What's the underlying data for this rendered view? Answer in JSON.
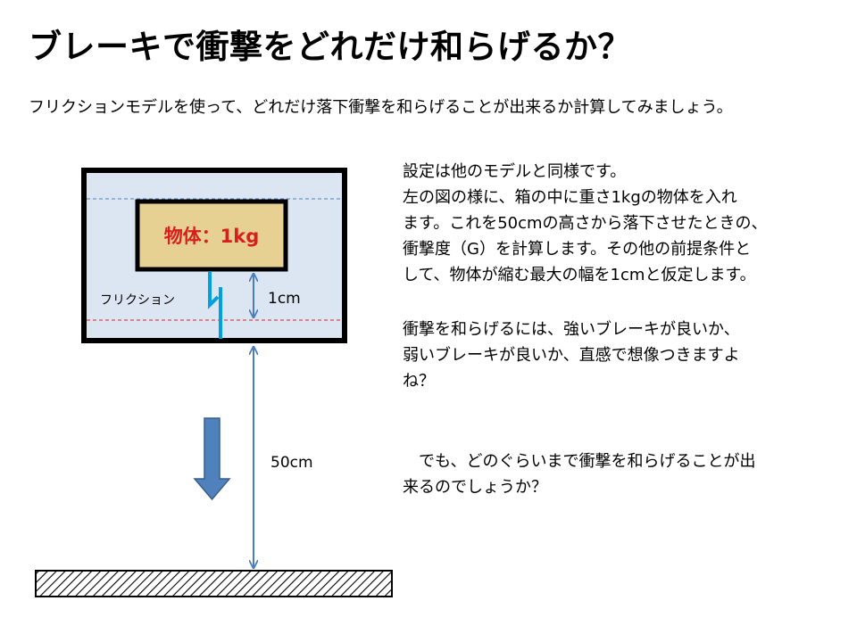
{
  "title": "ブレーキで衝撃をどれだけ和らげるか？",
  "subtitle": "フリクションモデルを使って、どれだけ落下衝撃を和らげることが出来るか計算してみましょう。",
  "diagram": {
    "object_label": "物体：1kg",
    "friction_label": "フリクション",
    "gap_label": "1cm",
    "height_label": "50cm"
  },
  "paragraphs": {
    "settings": "設定は他のモデルと同様です。",
    "description": [
      "左の図の様に、箱の中に重さ1kgの物体を入れ",
      "ます。これを50cmの高さから落下させたときの、",
      "衝撃度（G）を計算します。その他の前提条件と",
      "して、物体が縮む最大の幅を1cmと仮定します。"
    ],
    "question": [
      "衝撃を和らげるには、強いブレーキが良いか、",
      "弱いブレーキが良いか、直感で想像つきますよ",
      "ね？"
    ],
    "closing": [
      "　でも、どのぐらいまで衝撃を和らげることが出",
      "来るのでしょうか？"
    ]
  },
  "colors": {
    "object_fill": "#e6d192",
    "object_text": "#d81e1e",
    "box_fill": "#dce6f2",
    "friction": "#00a0e0",
    "arrow": "#4f81bd",
    "dim_line": "#4a7ebb",
    "guide_top": "#4f81bd",
    "guide_bottom": "#d02020"
  }
}
